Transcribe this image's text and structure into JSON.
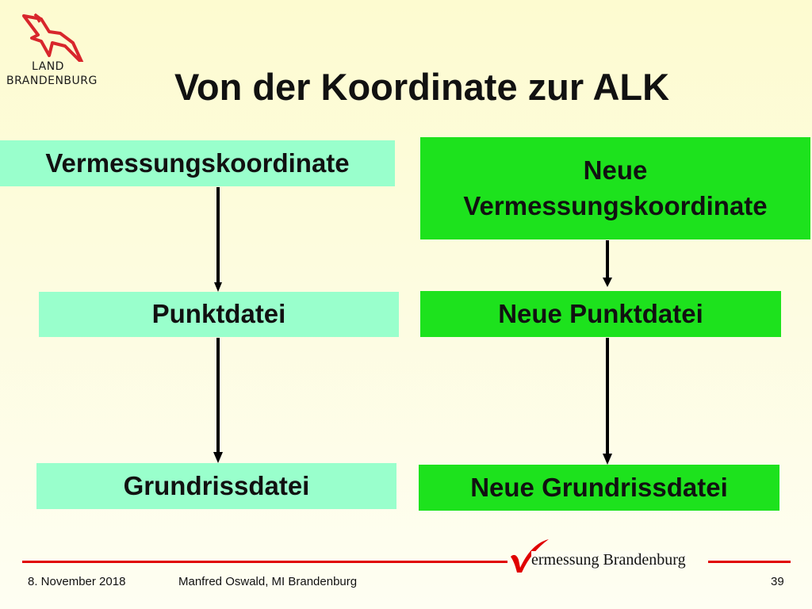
{
  "logo": {
    "line1": "LAND",
    "line2": "BRANDENBURG"
  },
  "title": "Von der Koordinate zur ALK",
  "left_column": [
    "Vermessungskoordinate",
    "Punktdatei",
    "Grundrissdatei"
  ],
  "right_column": [
    "Neue\nVermessungskoordinate",
    "Neue Punktdatei",
    "Neue Grundrissdatei"
  ],
  "brand": {
    "text": "ermessung Brandenburg"
  },
  "footer": {
    "date": "8. November 2018",
    "author": "Manfred Oswald, MI Brandenburg",
    "page": "39"
  },
  "colors": {
    "left_box": "#99ffcc",
    "right_box": "#1de21d",
    "accent_line": "#e00000",
    "text": "#111111"
  }
}
